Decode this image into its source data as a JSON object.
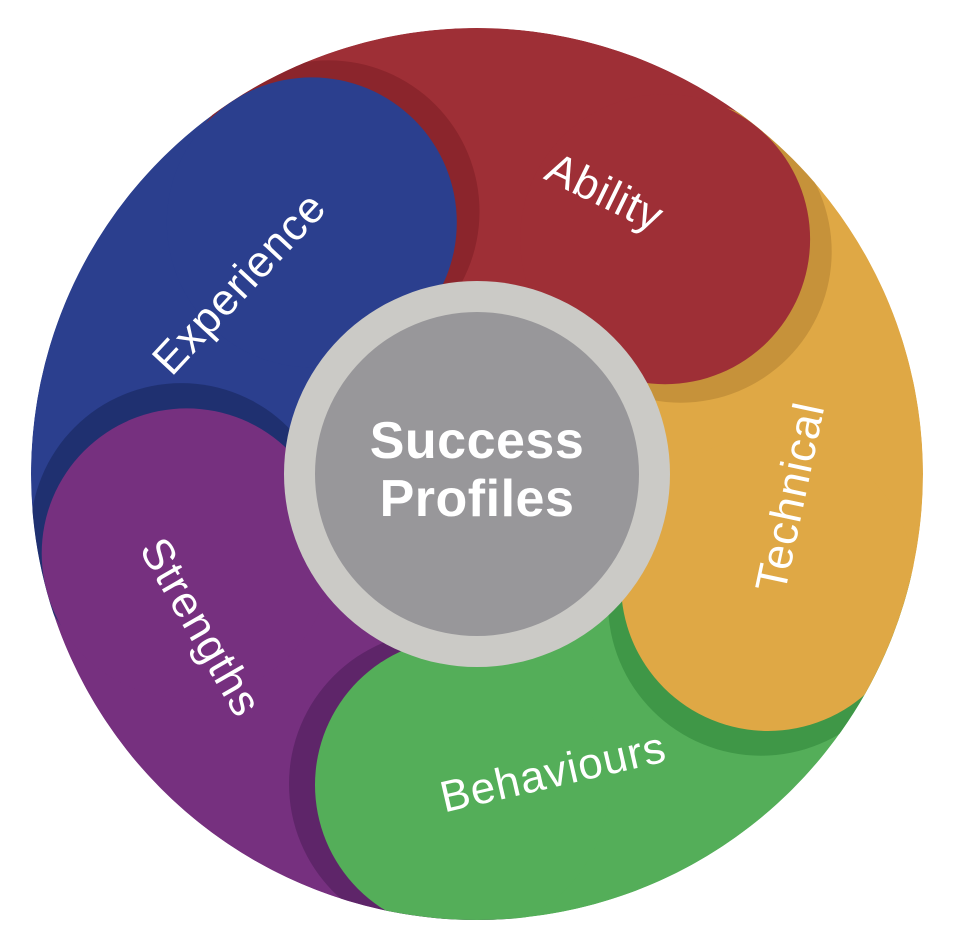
{
  "diagram": {
    "type": "pinwheel-cycle",
    "title": "Success Profiles",
    "background_color": "#ffffff",
    "center": {
      "lines": [
        "Success",
        "Profiles"
      ],
      "fill_color": "#98979a",
      "ring_color": "#cbcac6",
      "text_color": "#ffffff"
    },
    "label_text_color": "#ffffff",
    "segments": [
      {
        "label": "Ability",
        "position": "top",
        "color": "#9e2f36",
        "dark_color": "#c6923a_neighbor_uses",
        "shade": "#8b252c"
      },
      {
        "label": "Technical",
        "position": "right",
        "color": "#dfa845",
        "dark_color": "#c6923a",
        "shade": "#c6923a"
      },
      {
        "label": "Behaviours",
        "position": "bottom",
        "color": "#54ae59",
        "dark_color": "#3f9747",
        "shade": "#3f9747"
      },
      {
        "label": "Strengths",
        "position": "bottom-left",
        "color": "#76307f",
        "dark_color": "#5e2569",
        "shade": "#5e2569"
      },
      {
        "label": "Experience",
        "position": "top-left",
        "color": "#2b3f8e",
        "dark_color": "#1f3070",
        "shade": "#1f3070"
      }
    ],
    "overlap_shades": {
      "on_ability": "#8b252c",
      "on_technical": "#c6923a",
      "on_behaviours": "#3f9747",
      "on_strengths": "#5e2569",
      "on_experience": "#1f3070"
    }
  }
}
